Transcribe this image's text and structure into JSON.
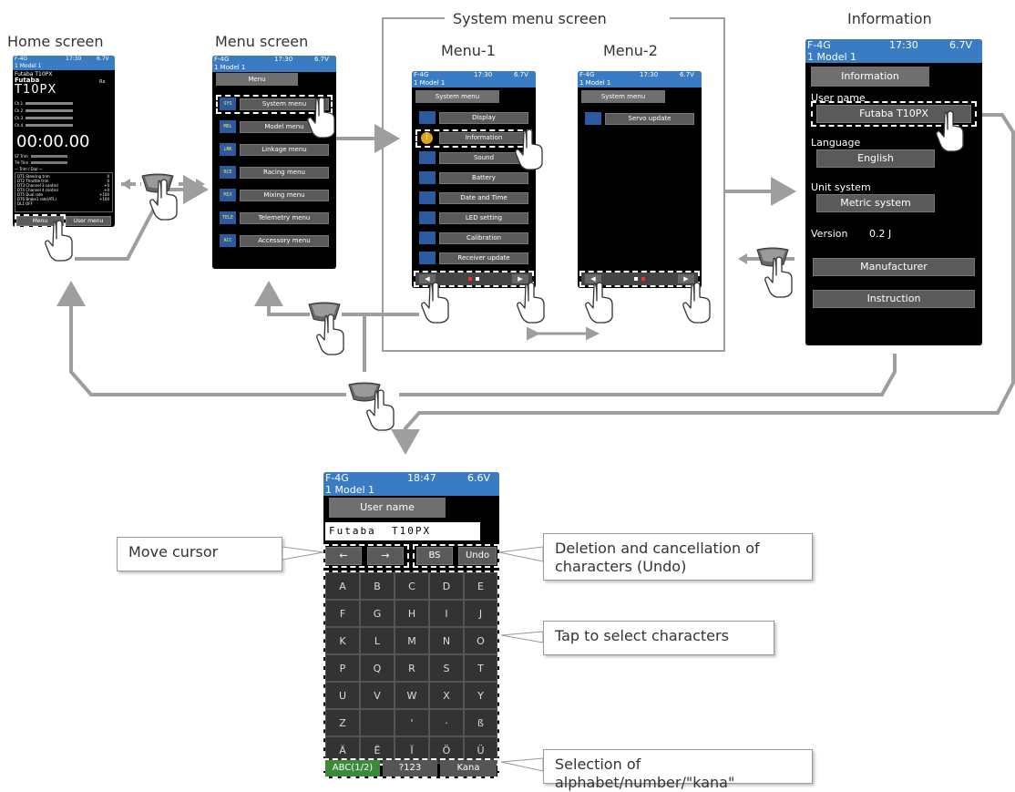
{
  "titles": {
    "home": "Home screen",
    "menu": "Menu screen",
    "system": "System menu screen",
    "menu1": "Menu-1",
    "menu2": "Menu-2",
    "information": "Information"
  },
  "status": {
    "band": "F-4G",
    "time": "17:30",
    "voltage": "6.7V",
    "model": "1   Model 1",
    "kb_time": "18:47",
    "kb_voltage": "6.6V"
  },
  "home": {
    "model_name": "Futaba T10PX",
    "brand": "Futaba",
    "logo": "T10PX",
    "rx": "Rx",
    "timer": "00:00.00",
    "channels": [
      "Ch.1",
      "Ch.2",
      "Ch.3",
      "Ch.4"
    ],
    "trims": [
      "ST Trim",
      "TH Trim"
    ],
    "trim_header": "— Trim / Dial —",
    "trim_list": [
      {
        "name": "DT1  Steering trim",
        "value": "0"
      },
      {
        "name": "DT2  Throttle trim",
        "value": "0"
      },
      {
        "name": "DT3  Channel 3 control",
        "value": "+0"
      },
      {
        "name": "DT4  Channel 4 control",
        "value": "+0"
      },
      {
        "name": "DT5  Dual rate",
        "value": "+100"
      },
      {
        "name": "DT6  Brake1 rate(ATL)",
        "value": "+100"
      },
      {
        "name": "DL1  OFF",
        "value": ""
      }
    ],
    "menu_btn": "Menu",
    "user_menu_btn": "User menu"
  },
  "menu": {
    "header": "Menu",
    "items": [
      {
        "icon": "SYS",
        "label": "System menu"
      },
      {
        "icon": "MDL",
        "label": "Model menu"
      },
      {
        "icon": "LNK",
        "label": "Linkage menu"
      },
      {
        "icon": "RCE",
        "label": "Racing menu"
      },
      {
        "icon": "MIX",
        "label": "Mixing menu"
      },
      {
        "icon": "TELE",
        "label": "Telemetry menu"
      },
      {
        "icon": "ACC",
        "label": "Accessory menu"
      }
    ]
  },
  "menu1": {
    "header": "System menu",
    "items": [
      "Display",
      "Information",
      "Sound",
      "Battery",
      "Date and Time",
      "LED setting",
      "Calibration",
      "Receiver update"
    ]
  },
  "menu2": {
    "header": "System menu",
    "items": [
      "Servo update"
    ]
  },
  "info": {
    "header": "Information",
    "user_name_label": "User name",
    "user_name_value": "Futaba T10PX",
    "language_label": "Language",
    "language_value": "English",
    "unit_label": "Unit system",
    "unit_value": "Metric system",
    "version_label": "Version",
    "version_value": "0.2 J",
    "manufacturer_btn": "Manufacturer",
    "instruction_btn": "Instruction"
  },
  "keyboard": {
    "header": "User name",
    "input_value": "Futaba  T10PX",
    "controls": [
      "←",
      "→",
      "BS",
      "Undo"
    ],
    "rows": [
      [
        "A",
        "B",
        "C",
        "D",
        "E"
      ],
      [
        "F",
        "G",
        "H",
        "I",
        "J"
      ],
      [
        "K",
        "L",
        "M",
        "N",
        "O"
      ],
      [
        "P",
        "Q",
        "R",
        "S",
        "T"
      ],
      [
        "U",
        "V",
        "W",
        "X",
        "Y"
      ],
      [
        "Z",
        "",
        "'",
        "·",
        "ß"
      ],
      [
        "Ä",
        "Ë",
        "Ï",
        "Ö",
        "Ü"
      ]
    ],
    "modes": [
      "ABC(1/2)",
      "?123",
      "Kana"
    ]
  },
  "callouts": {
    "move_cursor": "Move cursor",
    "deletion": "Deletion and cancellation of characters (Undo)",
    "tap_select": "Tap to select characters",
    "selection": "Selection of alphabet/number/\"kana\""
  },
  "colors": {
    "status_bar": "#3a7cc4",
    "arrow": "#9e9e9e",
    "screen_bg": "#000000",
    "button": "#5a5a5a",
    "mode_active": "#3a8a3a"
  }
}
